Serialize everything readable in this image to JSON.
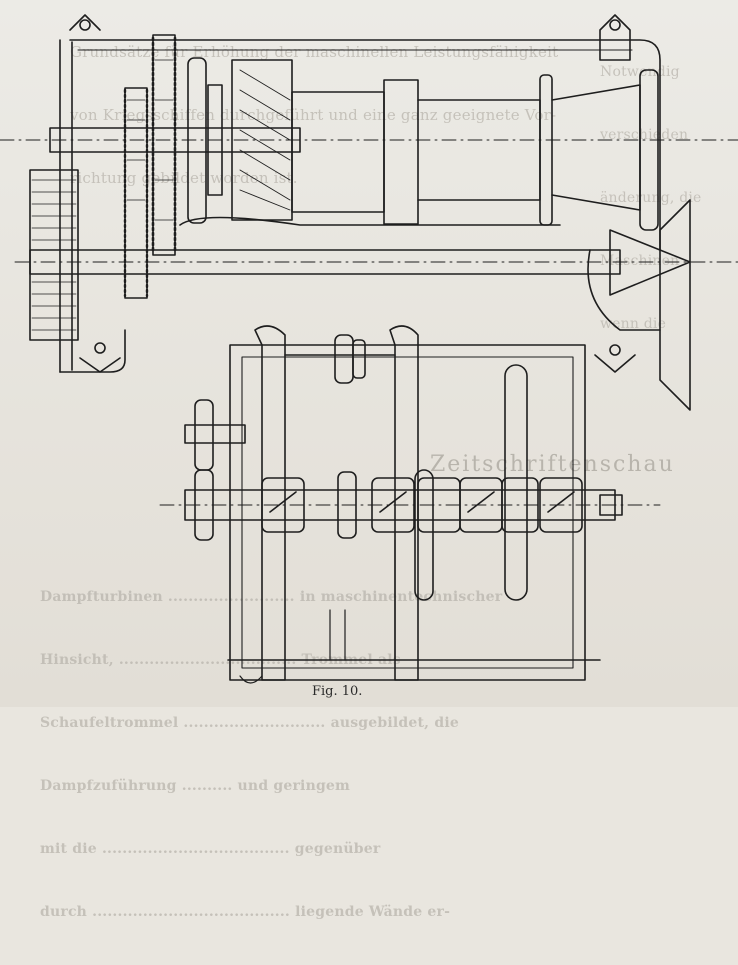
{
  "figure": {
    "caption": "Fig. 10."
  },
  "bleed_through": {
    "top_lines": [
      "Grundsätze für Erhöhung der maschinellen Leistungsfähigkeit",
      "von Kriegsschiffen durchgeführt und eine ganz geeignete Vor-",
      "richtung gebildet worden ist."
    ],
    "right_lines": [
      "Notwendig",
      "verschieden",
      "änderung, die",
      "Maschinen",
      "wenn die"
    ],
    "heading": "Zeitschriftenschau",
    "bottom_lines": [
      "Dampfturbinen ......................... in maschinentechnischer",
      "Hinsicht, ................................... Trommel als",
      "Schaufeltrommel ............................ ausgebildet, die",
      "Dampfzuführung .......... und geringem",
      "mit die ..................................... gegenüber",
      "durch ....................................... liegende Wände er-"
    ]
  },
  "colors": {
    "paper": "#e9e6df",
    "ink": "#1e1e1e",
    "bleed": "#b9b5ad"
  }
}
